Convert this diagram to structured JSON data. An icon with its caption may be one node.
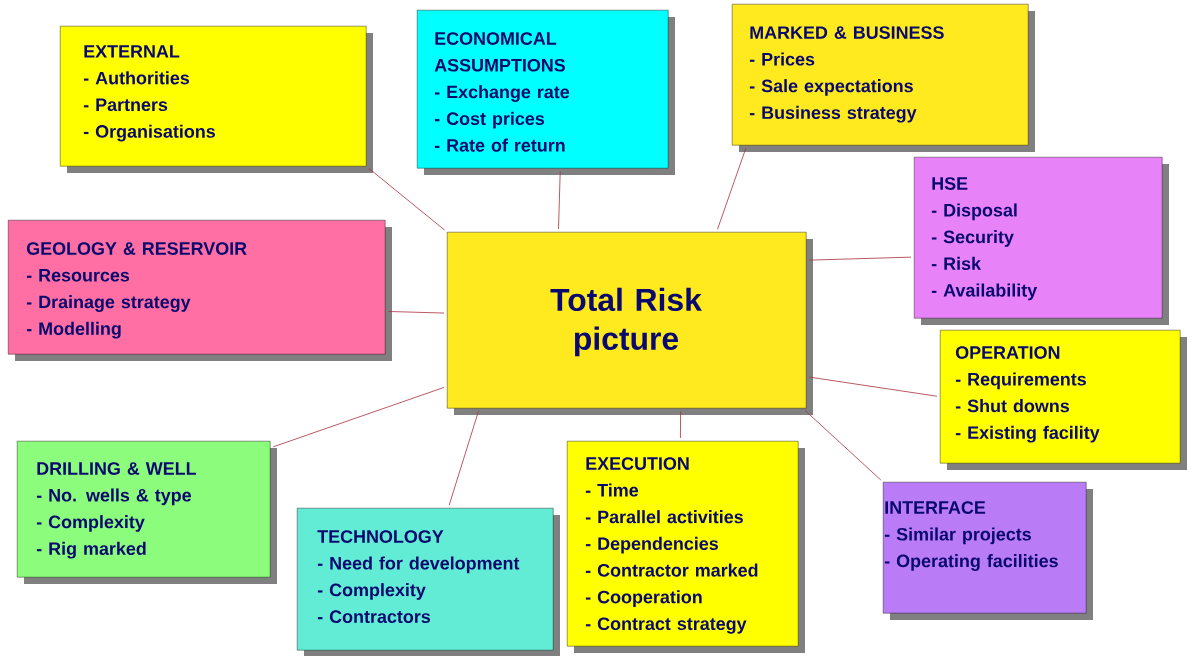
{
  "diagram": {
    "nodes": [
      {
        "text": [
          "EXTERNAL",
          "- Authorities",
          "- Partners",
          "- Organisations"
        ]
      },
      {
        "text": [
          "ECONOMICAL ASSUMPTIONS",
          "- Exchange rate",
          "- Cost prices",
          "- Rate of return"
        ]
      },
      {
        "text": [
          "MARKED & BUSINESS",
          "- Prices",
          "- Sale expectations",
          "- Business strategy"
        ]
      },
      {
        "text": [
          "GEOLOGY & RESERVOIR",
          "- Resources",
          "- Drainage strategy",
          "- Modelling"
        ]
      },
      {
        "text": [
          "Total Risk picture"
        ]
      },
      {
        "text": [
          "HSE",
          "- Disposal",
          "- Security",
          "- Risk",
          "- Availability"
        ]
      },
      {
        "text": [
          "OPERATION",
          "- Requirements",
          "- Shut downs",
          "- Existing facility"
        ]
      },
      {
        "text": [
          "DRILLING & WELL",
          "- No. wells & type",
          "- Complexity",
          "- Rig marked"
        ]
      },
      {
        "text": [
          "TECHNOLOGY",
          "- Need for development",
          "- Complexity",
          "- Contractors"
        ]
      },
      {
        "text": [
          "EXECUTION",
          "- Time",
          "- Parallel activities",
          "- Dependencies",
          "- Contractor marked",
          "- Cooperation",
          "- Contract strategy"
        ]
      },
      {
        "text": [
          "INTERFACE",
          "- Similar projects",
          "- Operating facilities"
        ]
      }
    ],
    "edges": [
      {
        "from": 4,
        "to": 0,
        "arrow": "none"
      },
      {
        "from": 4,
        "to": 1,
        "arrow": "none"
      },
      {
        "from": 4,
        "to": 2,
        "arrow": "none"
      },
      {
        "from": 4,
        "to": 3,
        "arrow": "none"
      },
      {
        "from": 4,
        "to": 5,
        "arrow": "none"
      },
      {
        "from": 4,
        "to": 6,
        "arrow": "none"
      },
      {
        "from": 4,
        "to": 7,
        "arrow": "none"
      },
      {
        "from": 4,
        "to": 8,
        "arrow": "none"
      },
      {
        "from": 4,
        "to": 9,
        "arrow": "none"
      },
      {
        "from": 4,
        "to": 10,
        "arrow": "none"
      }
    ]
  }
}
